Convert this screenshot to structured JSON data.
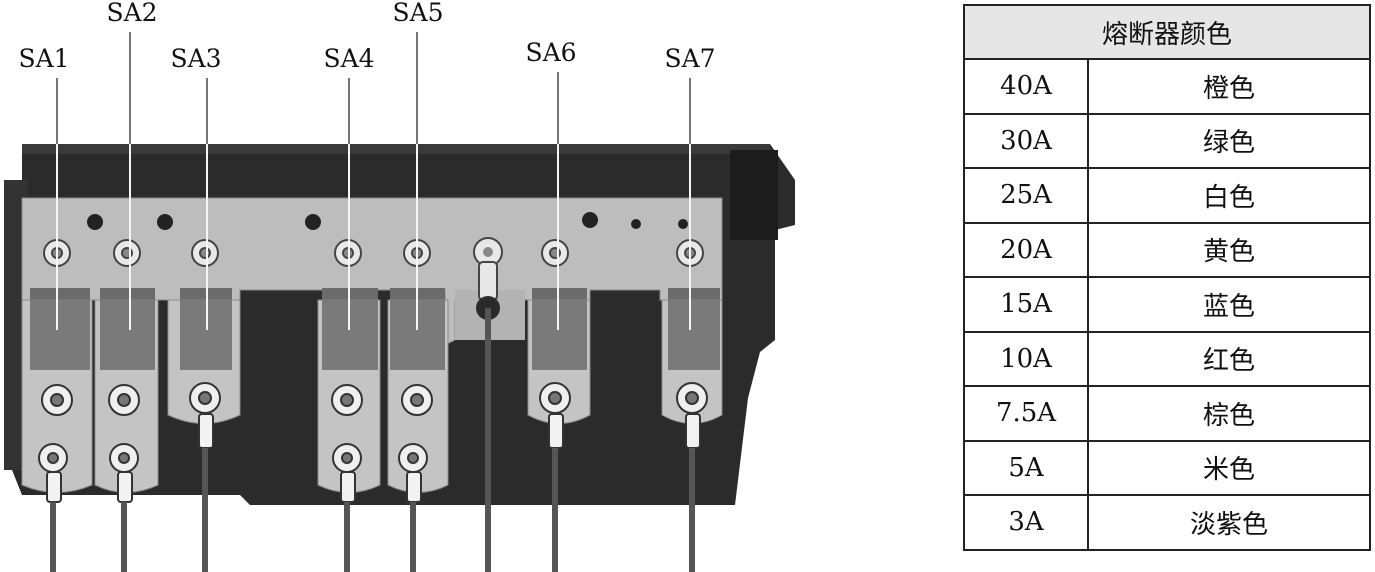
{
  "diagram": {
    "labels": [
      "SA1",
      "SA2",
      "SA3",
      "SA4",
      "SA5",
      "SA6",
      "SA7"
    ]
  },
  "table": {
    "header": "熔断器颜色",
    "rows": [
      {
        "rating": "40A",
        "color": "橙色"
      },
      {
        "rating": "30A",
        "color": "绿色"
      },
      {
        "rating": "25A",
        "color": "白色"
      },
      {
        "rating": "20A",
        "color": "黄色"
      },
      {
        "rating": "15A",
        "color": "蓝色"
      },
      {
        "rating": "10A",
        "color": "红色"
      },
      {
        "rating": "7.5A",
        "color": "棕色"
      },
      {
        "rating": "5A",
        "color": "米色"
      },
      {
        "rating": "3A",
        "color": "淡紫色"
      }
    ]
  }
}
